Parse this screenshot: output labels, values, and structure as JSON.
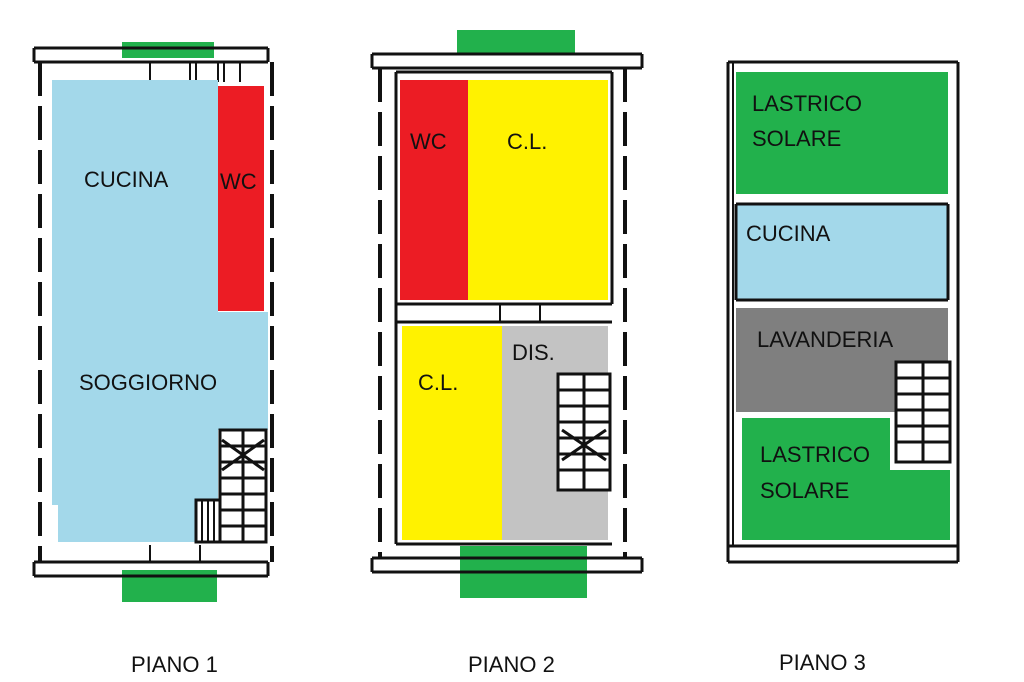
{
  "colors": {
    "blue": "#a3d8ea",
    "red": "#ec1c24",
    "yellow": "#fff200",
    "green": "#22b14c",
    "gray": "#c3c3c3",
    "darkgray": "#7f7f7f",
    "wall": "#111111"
  },
  "floors": [
    {
      "label": "PIANO 1",
      "rooms": [
        {
          "label": "CUCINA",
          "color": "blue"
        },
        {
          "label": "WC",
          "color": "red"
        },
        {
          "label": "SOGGIORNO",
          "color": "blue"
        }
      ],
      "balconies": [
        "green",
        "green"
      ]
    },
    {
      "label": "PIANO 2",
      "rooms": [
        {
          "label": "WC",
          "color": "red"
        },
        {
          "label": "C.L.",
          "color": "yellow"
        },
        {
          "label": "C.L.",
          "color": "yellow"
        },
        {
          "label": "DIS.",
          "color": "gray"
        }
      ],
      "balconies": [
        "green",
        "green"
      ]
    },
    {
      "label": "PIANO 3",
      "rooms": [
        {
          "label": "LASTRICO",
          "label2": "SOLARE",
          "color": "green"
        },
        {
          "label": "CUCINA",
          "color": "blue"
        },
        {
          "label": "LAVANDERIA",
          "color": "darkgray"
        },
        {
          "label": "LASTRICO",
          "label2": "SOLARE",
          "color": "green"
        }
      ]
    }
  ]
}
